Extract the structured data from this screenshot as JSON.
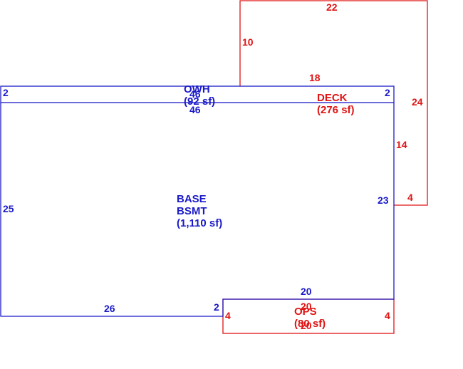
{
  "colors": {
    "main": "#1a1ac8",
    "addition": "#e01414"
  },
  "areas": {
    "owh": {
      "name": "OWH",
      "size": "(92 sf)"
    },
    "base": {
      "name": "BASE",
      "name2": "BSMT",
      "size": "(1,110 sf)"
    },
    "deck": {
      "name": "DECK",
      "size": "(276 sf)"
    },
    "ops": {
      "name": "OPS",
      "size": "(80 sf)"
    }
  },
  "dimensions": {
    "owh_left": "2",
    "owh_top": "46",
    "owh_bottom": "46",
    "owh_right": "2",
    "base_left": "25",
    "base_right": "23",
    "base_bottom_left": "26",
    "base_step": "2",
    "base_bottom_right": "20",
    "deck_top": "22",
    "deck_left": "10",
    "deck_bottom_upper": "18",
    "deck_right": "24",
    "deck_inner": "14",
    "deck_bottom": "4",
    "ops_top": "20",
    "ops_left": "4",
    "ops_right": "4",
    "ops_bottom": "20"
  }
}
